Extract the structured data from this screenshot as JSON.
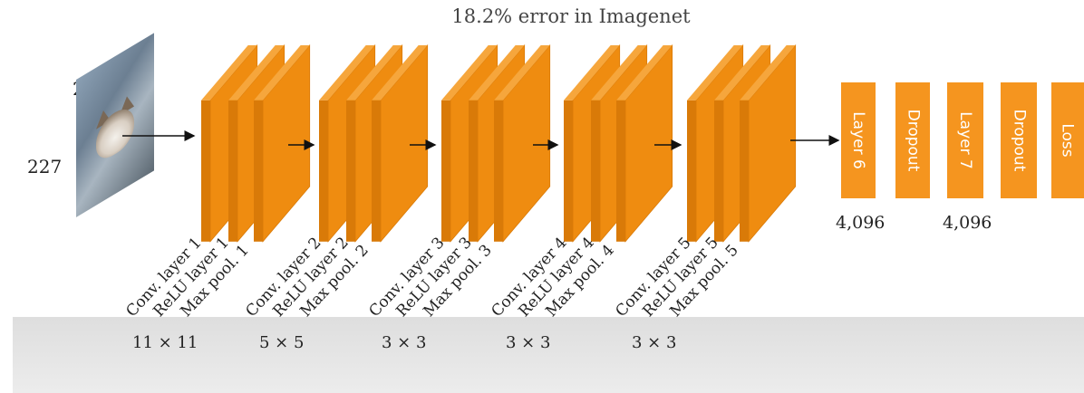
{
  "title": "18.2% error in Imagenet",
  "input": {
    "height_label": "227",
    "width_label": "227"
  },
  "conv_groups": [
    {
      "labels": [
        "Conv. layer 1",
        "ReLU layer 1",
        "Max pool. 1"
      ],
      "kernel": "11 × 11"
    },
    {
      "labels": [
        "Conv. layer 2",
        "ReLU layer 2",
        "Max pool. 2"
      ],
      "kernel": "5 × 5"
    },
    {
      "labels": [
        "Conv. layer 3",
        "ReLU layer 3",
        "Max pool. 3"
      ],
      "kernel": "3 × 3"
    },
    {
      "labels": [
        "Conv. layer 4",
        "ReLU layer 4",
        "Max pool. 4"
      ],
      "kernel": "3 × 3"
    },
    {
      "labels": [
        "Conv. layer 5",
        "ReLU layer 5",
        "Max pool. 5"
      ],
      "kernel": "3 × 3"
    }
  ],
  "fc_layers": [
    {
      "label": "Layer 6",
      "size": "4,096"
    },
    {
      "label": "Dropout"
    },
    {
      "label": "Layer 7",
      "size": "4,096"
    },
    {
      "label": "Dropout"
    },
    {
      "label": "Loss"
    }
  ],
  "colors": {
    "slab_front": "#ef8c10",
    "slab_top": "#f6a63c",
    "slab_side": "#d97a08",
    "fc_box": "#f5951f"
  }
}
